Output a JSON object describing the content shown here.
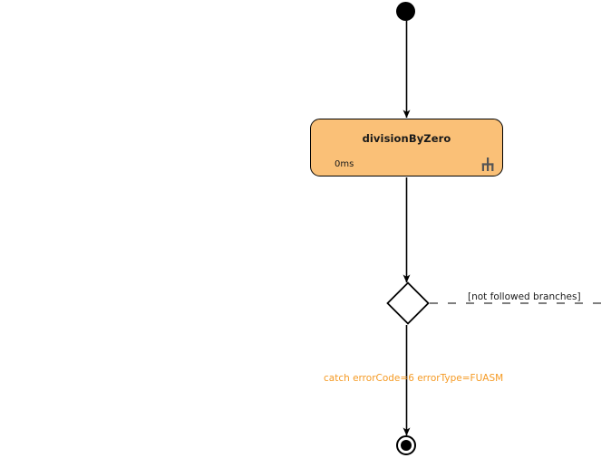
{
  "diagram": {
    "type": "uml-activity-diagram",
    "background_color": "#ffffff",
    "nodes": {
      "start": {
        "name": "initial-node",
        "shape": "filled-circle",
        "color": "#000000"
      },
      "activity": {
        "name": "divisionByZero",
        "title": "divisionByZero",
        "duration": "0ms",
        "marker_icon": "rake-icon",
        "fill_color": "#fac077",
        "border_color": "#000000",
        "text_color": "#1a1a1a"
      },
      "decision": {
        "name": "decision-node",
        "shape": "diamond",
        "fill_color": "#ffffff",
        "border_color": "#000000"
      },
      "end": {
        "name": "final-node",
        "shape": "circle-with-filled-center",
        "color": "#000000"
      }
    },
    "edges": {
      "start_to_activity": {
        "style": "solid",
        "arrow": "filled",
        "label": ""
      },
      "activity_to_decision": {
        "style": "solid",
        "arrow": "filled",
        "label": ""
      },
      "decision_to_end": {
        "style": "solid",
        "arrow": "filled",
        "label": "catch errorCode=6 errorType=FUASM",
        "label_color": "#f59a23"
      },
      "decision_not_followed": {
        "style": "dashed",
        "arrow": "none",
        "label": "[not followed branches]",
        "label_color": "#1a1a1a"
      }
    }
  }
}
